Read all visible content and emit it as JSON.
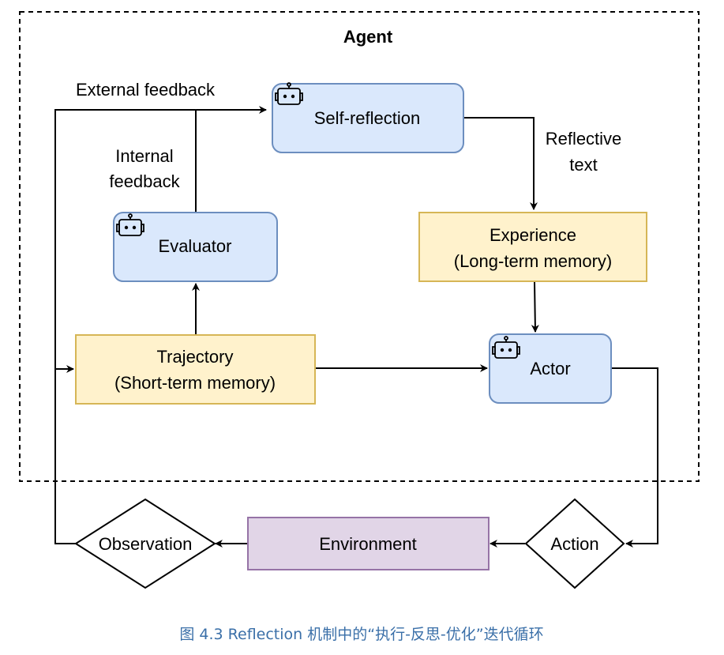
{
  "diagram": {
    "agent_container": {
      "label": "Agent",
      "border_color": "#000000",
      "border_style": "dashed"
    },
    "nodes": {
      "self_reflection": {
        "label": "Self-reflection",
        "icon": "robot-icon",
        "fill": "#dae8fc",
        "stroke": "#6c8ebf"
      },
      "evaluator": {
        "label": "Evaluator",
        "icon": "robot-icon",
        "fill": "#dae8fc",
        "stroke": "#6c8ebf"
      },
      "actor": {
        "label": "Actor",
        "icon": "robot-icon",
        "fill": "#dae8fc",
        "stroke": "#6c8ebf"
      },
      "experience": {
        "line1": "Experience",
        "line2": "(Long-term memory)",
        "fill": "#fff2cc",
        "stroke": "#d6b656"
      },
      "trajectory": {
        "line1": "Trajectory",
        "line2": "(Short-term memory)",
        "fill": "#fff2cc",
        "stroke": "#d6b656"
      },
      "environment": {
        "label": "Environment",
        "fill": "#e1d5e7",
        "stroke": "#9673a6"
      },
      "observation": {
        "label": "Observation",
        "shape": "diamond"
      },
      "action": {
        "label": "Action",
        "shape": "diamond"
      }
    },
    "edge_labels": {
      "external_feedback": "External feedback",
      "internal_feedback_line1": "Internal",
      "internal_feedback_line2": "feedback",
      "reflective_text_line1": "Reflective",
      "reflective_text_line2": "text"
    },
    "edges": [
      {
        "from": "trajectory",
        "to": "evaluator"
      },
      {
        "from": "evaluator",
        "to": "self_reflection",
        "label": "Internal feedback"
      },
      {
        "from": "observation",
        "to": "self_reflection",
        "label": "External feedback"
      },
      {
        "from": "self_reflection",
        "to": "experience",
        "label": "Reflective text"
      },
      {
        "from": "experience",
        "to": "actor"
      },
      {
        "from": "trajectory",
        "to": "actor"
      },
      {
        "from": "actor",
        "to": "action"
      },
      {
        "from": "action",
        "to": "environment"
      },
      {
        "from": "environment",
        "to": "observation"
      },
      {
        "from": "observation",
        "to": "trajectory"
      }
    ]
  },
  "caption": {
    "text": "图 4.3 Reflection 机制中的“执行-反思-优化”迭代循环",
    "color": "#3a6fa8"
  }
}
